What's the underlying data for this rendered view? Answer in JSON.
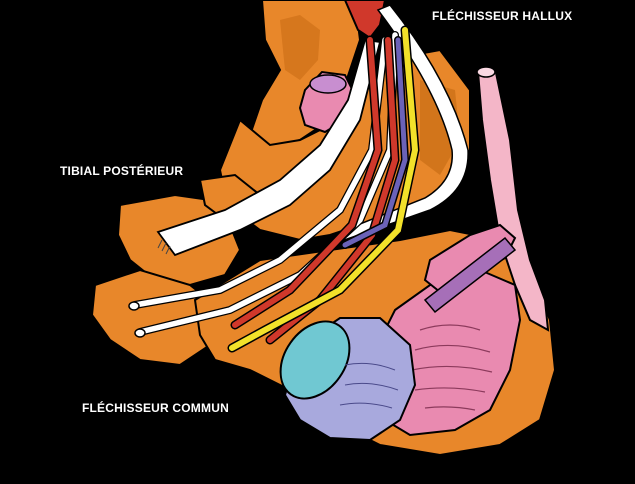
{
  "labels": {
    "flexor_hallucis": "FLÉCHISSEUR HALLUX",
    "tibialis_posterior": "TIBIAL POSTÉRIEUR",
    "flexor_digitorum": "FLÉCHISSEUR COMMUN"
  },
  "colors": {
    "background": "#000000",
    "bone": "#e8872a",
    "bone_dark": "#c96d15",
    "tendon": "#ffffff",
    "muscle_red": "#d0382b",
    "nerve_yellow": "#f2e12a",
    "vein_blue": "#6b62b8",
    "ligament_pink": "#e98ab0",
    "vessel_pink": "#f4b6c8",
    "cut_muscle_blue": "#a8a9dd",
    "cut_muscle_cyan": "#70c8d2",
    "purple_tendon": "#a66fb8"
  }
}
